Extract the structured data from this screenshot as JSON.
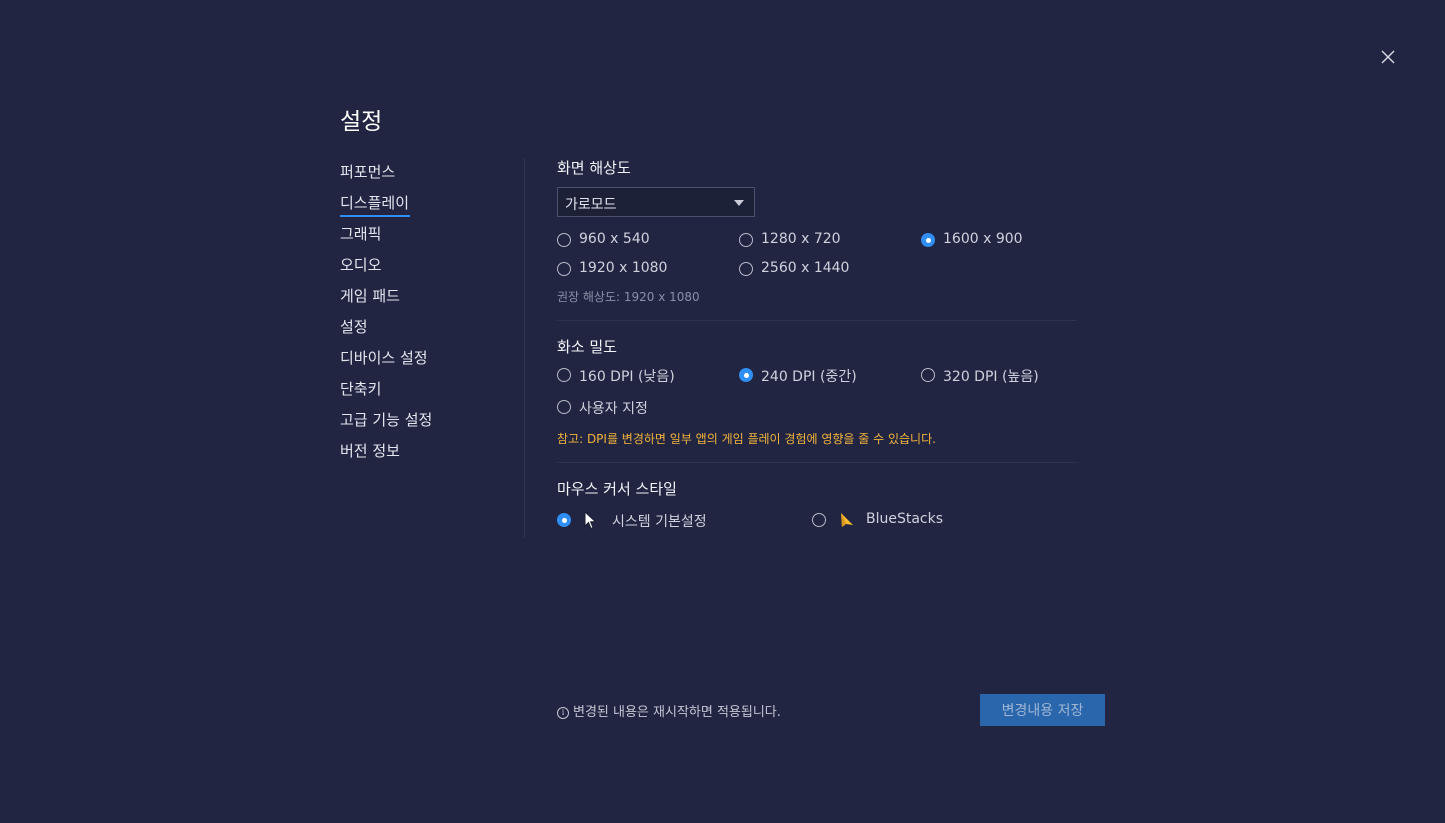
{
  "page_title": "설정",
  "close_icon": "close-icon",
  "sidebar": {
    "items": [
      {
        "label": "퍼포먼스",
        "active": false
      },
      {
        "label": "디스플레이",
        "active": true
      },
      {
        "label": "그래픽",
        "active": false
      },
      {
        "label": "오디오",
        "active": false
      },
      {
        "label": "게임 패드",
        "active": false
      },
      {
        "label": "설정",
        "active": false
      },
      {
        "label": "디바이스 설정",
        "active": false
      },
      {
        "label": "단축키",
        "active": false
      },
      {
        "label": "고급 기능 설정",
        "active": false
      },
      {
        "label": "버전 정보",
        "active": false
      }
    ]
  },
  "resolution": {
    "title": "화면 해상도",
    "orientation_value": "가로모드",
    "options": [
      {
        "label": "960 x 540",
        "checked": false
      },
      {
        "label": "1280 x 720",
        "checked": false
      },
      {
        "label": "1600 x 900",
        "checked": true
      },
      {
        "label": "1920 x 1080",
        "checked": false
      },
      {
        "label": "2560 x 1440",
        "checked": false
      }
    ],
    "recommended": "권장 해상도: 1920 x 1080"
  },
  "dpi": {
    "title": "화소 밀도",
    "options": [
      {
        "label": "160 DPI (낮음)",
        "checked": false
      },
      {
        "label": "240 DPI (중간)",
        "checked": true
      },
      {
        "label": "320 DPI (높음)",
        "checked": false
      },
      {
        "label": "사용자 지정",
        "checked": false
      }
    ],
    "note": "참고: DPI를 변경하면 일부 앱의 게임 플레이 경험에 영향을 줄 수 있습니다."
  },
  "cursor": {
    "title": "마우스 커서 스타일",
    "options": [
      {
        "label": "시스템 기본설정",
        "checked": true,
        "icon": "arrow-cursor-icon"
      },
      {
        "label": "BlueStacks",
        "checked": false,
        "icon": "bluestacks-cursor-icon"
      }
    ]
  },
  "footer": {
    "note": "변경된 내용은 재시작하면 적용됩니다.",
    "save_label": "변경내용 저장"
  },
  "colors": {
    "background": "#212541",
    "accent": "#2f8ff5",
    "warning": "#f2b43c",
    "save_button": "#2a66ab",
    "bluestacks_cursor": "#f5b82e"
  }
}
